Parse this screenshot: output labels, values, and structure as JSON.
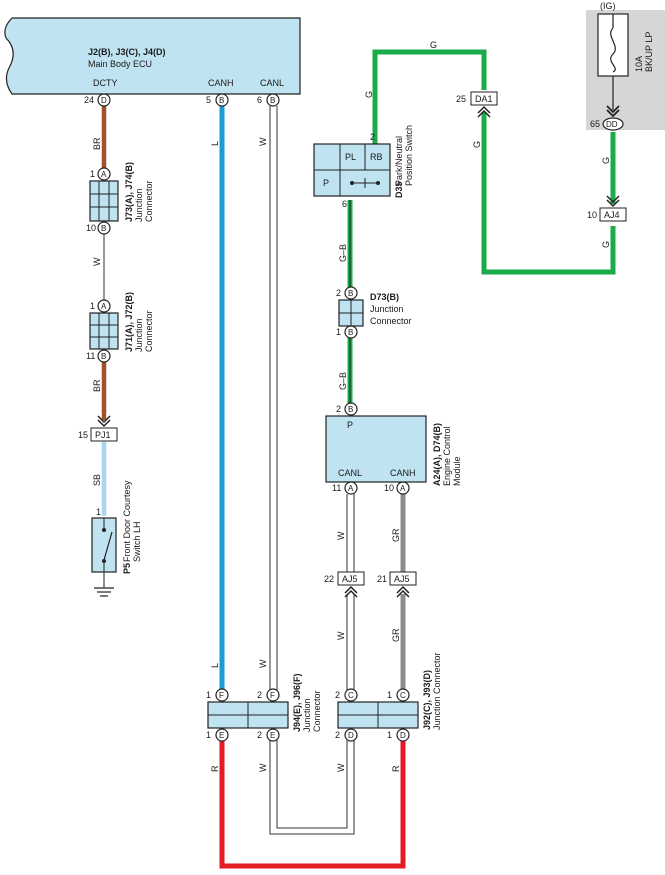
{
  "colors": {
    "brown": "#a0522d",
    "blue": "#1e9ad8",
    "green": "#1aab4b",
    "gray": "#8c8c8c",
    "red": "#e31b23",
    "skyblue": "#a8d8f0",
    "component": "#bfe3f1",
    "fuse_panel": "#d6d6d6"
  },
  "ecu": {
    "code": "J2(B), J3(C), J4(D)",
    "name": "Main Body ECU",
    "term_dcty": "DCTY",
    "term_canh": "CANH",
    "term_canl": "CANL",
    "pin_dcty": "24",
    "pin_canh": "5",
    "pin_canl": "6",
    "conn_d": "D",
    "conn_b": "B"
  },
  "j73": {
    "code": "J73(A), J74(B)",
    "name1": "Junction",
    "name2": "Connector",
    "pin_top": "1",
    "pin_bot": "10",
    "conn_top": "A",
    "conn_bot": "B"
  },
  "j71": {
    "code": "J71(A), J72(B)",
    "name1": "Junction",
    "name2": "Connector",
    "pin_top": "1",
    "pin_bot": "11",
    "conn_top": "A",
    "conn_bot": "B"
  },
  "pj1": {
    "label": "PJ1",
    "pin": "15"
  },
  "p5": {
    "code": "P5",
    "name1": "Front Door Courtesy",
    "name2": "Switch LH",
    "pin": "1"
  },
  "wires": {
    "br1": "BR",
    "w1": "W",
    "br2": "BR",
    "sb": "SB",
    "l_top": "L",
    "w_top": "W",
    "l_bot": "L",
    "w_bot": "W",
    "g_top": "G",
    "g_left": "G",
    "g_mid": "G",
    "g_right1": "G",
    "g_right2": "G",
    "gb1": "G–B",
    "gb2": "G–B",
    "w_ecm1": "W",
    "w_ecm2": "W",
    "gr1": "GR",
    "gr2": "GR",
    "r_left": "R",
    "w_j94": "W",
    "w_j92": "W",
    "r_right": "R"
  },
  "fuse": {
    "ig": "(IG)",
    "rating": "10A",
    "name": "BK/UP LP",
    "pin": "65",
    "conn": "DD"
  },
  "da1": {
    "label": "DA1",
    "pin": "25"
  },
  "aj4": {
    "label": "AJ4",
    "pin": "10"
  },
  "d35": {
    "code": "D35",
    "name1": "Park/Neutral",
    "name2": "Position Switch",
    "pl": "PL",
    "rb": "RB",
    "p": "P",
    "pin_top": "2",
    "pin_bot": "6"
  },
  "d73": {
    "code": "D73(B)",
    "name1": "Junction",
    "name2": "Connector",
    "pin_top": "2",
    "pin_bot": "1",
    "conn": "B"
  },
  "ecm": {
    "code": "A24(A), D74(B)",
    "name1": "Engine Control",
    "name2": "Module",
    "term_p": "P",
    "term_canl": "CANL",
    "term_canh": "CANH",
    "pin_p": "2",
    "pin_canl": "11",
    "pin_canh": "10",
    "conn_p": "B",
    "conn_a": "A"
  },
  "aj5_left": {
    "label": "AJ5",
    "pin": "22"
  },
  "aj5_right": {
    "label": "AJ5",
    "pin": "21"
  },
  "j94": {
    "code": "J94(E), J96(F)",
    "name1": "Junction",
    "name2": "Connector",
    "pin1_top": "1",
    "pin2_top": "2",
    "pin1_bot": "1",
    "pin2_bot": "2",
    "conn_top": "F",
    "conn_bot": "E"
  },
  "j92": {
    "code": "J92(C), J93(D)",
    "name1": "Junction Connector",
    "pin1_top": "2",
    "pin2_top": "1",
    "pin1_bot": "2",
    "pin2_bot": "1",
    "conn_top": "C",
    "conn_bot": "D"
  }
}
